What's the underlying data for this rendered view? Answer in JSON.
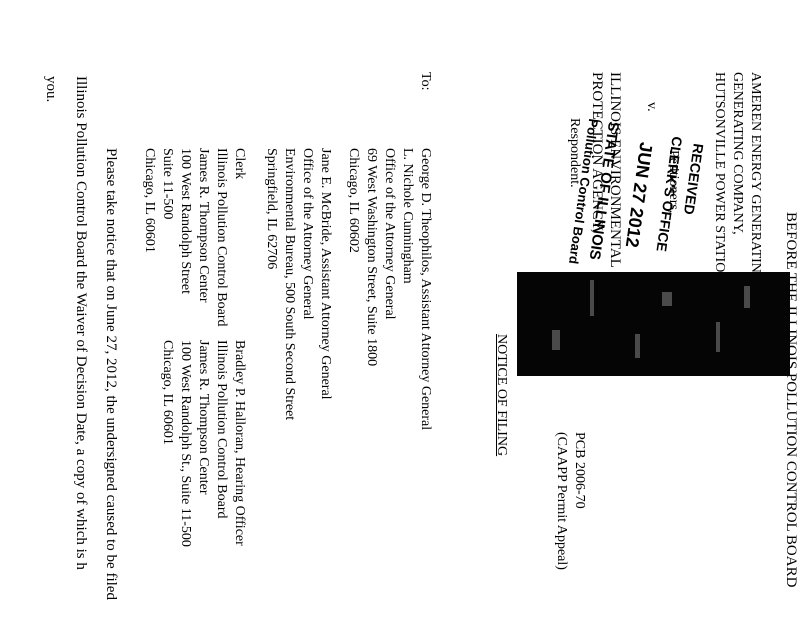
{
  "caption": {
    "board_title": "BEFORE THE ILLINOIS POLLUTION CONTROL BOARD",
    "petitioners": [
      "AMEREN ENERGY GENERATING COMPANY,",
      "GENERATING COMPANY,",
      "HUTSONVILLE POWER STATION,"
    ],
    "petitioners_label": "Petitioners,",
    "versus": "v.",
    "respondent_lines": [
      "ILLINOIS ENVIRONMENTAL",
      "PROTECTION AGENCY,"
    ],
    "respondent_label": "Respondent.",
    "case_number": "PCB 2006-70",
    "case_type": "(CAAPP Permit Appeal)",
    "brackets": [
      ")",
      ")",
      ")",
      ")",
      ")"
    ]
  },
  "stamp": {
    "received": "RECEIVED",
    "office": "CLERK'S OFFICE",
    "date": "JUN 27 2012",
    "state": "STATE OF ILLINOIS",
    "board": "Pollution Control Board"
  },
  "notice_heading": "NOTICE OF FILING",
  "to_label": "To:",
  "recipients": [
    [
      "George D. Theophilos, Assistant Attorney General",
      "L. Nichole Cunningham",
      "Office of the Attorney General",
      "69 West Washington Street, Suite 1800",
      "Chicago, IL 60602"
    ],
    [
      "Jane E. McBride, Assistant Attorney General",
      "Office of the Attorney General",
      "Environmental Bureau, 500 South Second Street",
      "Springfield, IL 62706"
    ],
    [
      "Clerk",
      "Illinois Pollution Control Board",
      "James R. Thompson Center",
      "100 West Randolph Street",
      "Suite 11-500",
      "Chicago, IL 60601"
    ],
    [
      "Bradley P. Halloran, Hearing Officer",
      "Illinois Pollution Control Board",
      "James R. Thompson Center",
      "100 West Randolph St., Suite 11-500",
      "Chicago, IL 60601"
    ]
  ],
  "body": {
    "line1": "Please take notice that on June 27, 2012, the undersigned caused to be filed",
    "line2": "Illinois Pollution Control Board the Waiver of Decision Date, a copy of which is h",
    "line3": "you."
  }
}
